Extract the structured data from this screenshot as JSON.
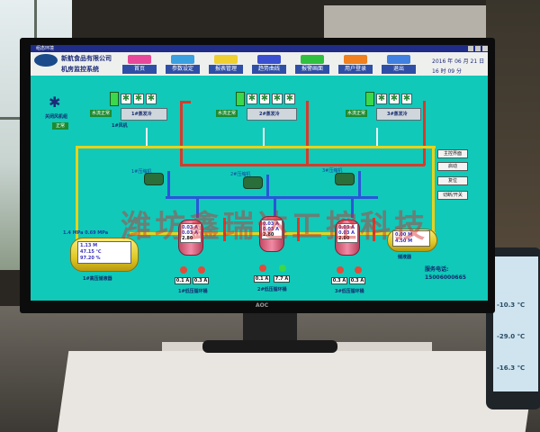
{
  "window_title": "组态环境",
  "header": {
    "company": "新航食品有限公司",
    "system": "机房监控系统",
    "date": "2016 年 06 月 21 日",
    "time": "16 时 09 分"
  },
  "nav": [
    {
      "label": "首页",
      "color": "#e8489a",
      "icon": "home-icon"
    },
    {
      "label": "参数设定",
      "color": "#3aa0e0",
      "icon": "settings-icon"
    },
    {
      "label": "报表管理",
      "color": "#f0d030",
      "icon": "report-icon"
    },
    {
      "label": "趋势曲线",
      "color": "#3a50d0",
      "icon": "chart-icon"
    },
    {
      "label": "报警画面",
      "color": "#30c040",
      "icon": "alarm-icon"
    },
    {
      "label": "用户登录",
      "color": "#f08020",
      "icon": "key-icon"
    },
    {
      "label": "退出",
      "color": "#4080e0",
      "icon": "exit-icon"
    }
  ],
  "fan_unit": {
    "label": "关闭风机组",
    "status": "正常"
  },
  "condensers": [
    {
      "name": "1#蒸发冷",
      "tag": "水流正常",
      "sub": "1#风机"
    },
    {
      "name": "2#蒸发冷",
      "tag": "水流正常"
    },
    {
      "name": "3#蒸发冷",
      "tag": "水流正常"
    }
  ],
  "compressors": [
    {
      "label": "1#压缩机"
    },
    {
      "label": "2#压缩机"
    },
    {
      "label": "3#压缩机"
    }
  ],
  "vessels": [
    {
      "r1": "0.03 A",
      "r2": "0.03 A",
      "r3": "2.80",
      "loop": "1#低压循环桶",
      "amps": [
        "0.1 A",
        "0.3 A"
      ]
    },
    {
      "r1": "0.03 A",
      "r2": "0.03 A",
      "r3": "2.80",
      "loop": "2#低压循环桶",
      "amps": [
        "0.1 A",
        "7.7 A"
      ]
    },
    {
      "r1": "0.03 A",
      "r2": "0.03 A",
      "r3": "2.80",
      "loop": "3#低压循环桶",
      "amps": [
        "0.3 A",
        "0.3 A"
      ]
    }
  ],
  "left_tank": {
    "top": "1.4 MPa  0.69 MPa",
    "rows": [
      "1.13 M",
      "47.15 ℃",
      "97.20 %"
    ],
    "label": "1#高压储液器"
  },
  "right_tank": {
    "rows": [
      "0.00 M",
      "4.50 M"
    ],
    "label": "储液器"
  },
  "side_buttons": [
    "主控界面",
    "启动",
    "复位",
    "切断/开关"
  ],
  "service": {
    "label": "服务电话:",
    "phone": "15006000665"
  },
  "watermark": "潍坊鑫瑞达工控科技",
  "monitor_brand": "AOC",
  "phone_readouts": [
    "-10.3 ℃",
    "-29.0 ℃",
    "-16.3 ℃"
  ]
}
